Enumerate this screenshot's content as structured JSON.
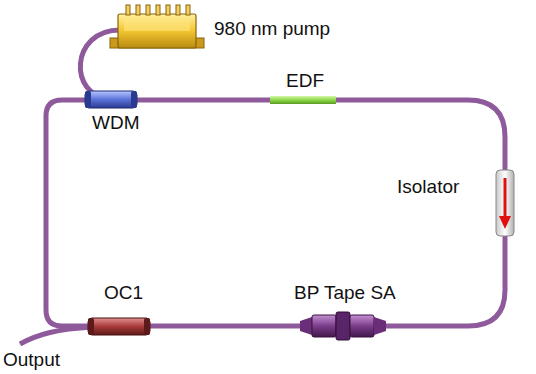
{
  "diagram": {
    "labels": [
      "980 nm pump",
      "EDF",
      "WDM",
      "Isolator",
      "OC1",
      "BP Tape SA",
      "Output"
    ]
  }
}
